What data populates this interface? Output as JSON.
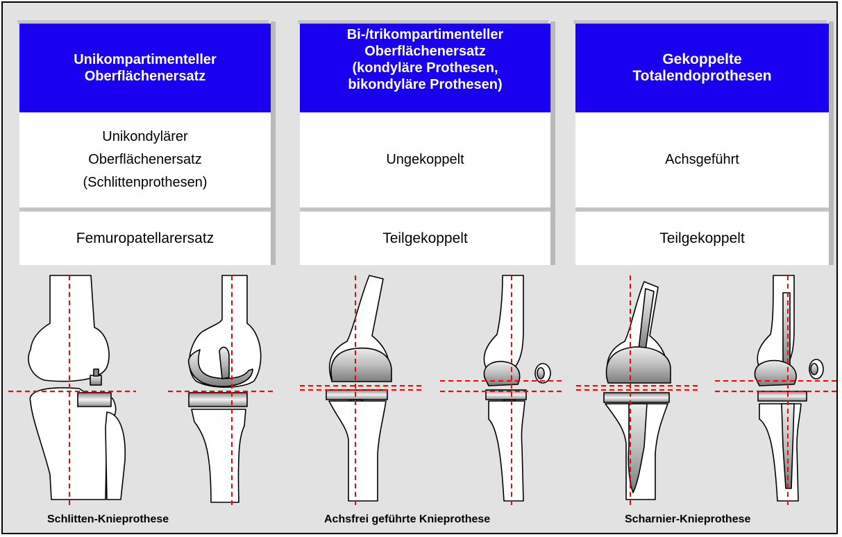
{
  "columns": [
    {
      "header": "Unikompartimenteller\nOberflächenersatz",
      "row1": "Unikondylärer\nOberflächenersatz\n(Schlittenprothesen)",
      "row2": "Femuropatellarersatz"
    },
    {
      "header": "Bi-/trikompartimenteller\nOberflächenersatz\n(kondyläre Prothesen,\nbikondyläre Prothesen)",
      "row1": "Ungekoppelt",
      "row2": "Teilgekoppelt"
    },
    {
      "header": "Gekoppelte\nTotalendoprothesen",
      "row1": "Achsgeführt",
      "row2": "Teilgekoppelt"
    }
  ],
  "captions": [
    "Schlitten-Knieprothese",
    "Achsfrei geführte Knieprothese",
    "Scharnier-Knieprothese"
  ],
  "colors": {
    "header_blue": "#1a00f0",
    "axis_red": "#ff0000",
    "background": "#e2e2e2",
    "implant_gray": "#b0b0b0"
  }
}
